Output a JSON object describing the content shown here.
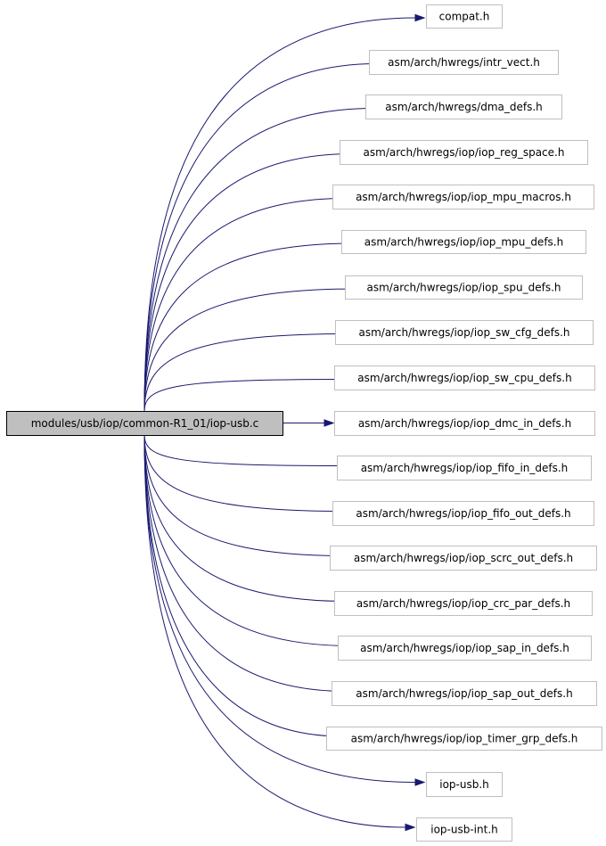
{
  "graph": {
    "source": {
      "label": "modules/usb/iop/common-R1_01/iop-usb.c"
    },
    "dependencies": [
      {
        "label": "compat.h"
      },
      {
        "label": "asm/arch/hwregs/intr_vect.h"
      },
      {
        "label": "asm/arch/hwregs/dma_defs.h"
      },
      {
        "label": "asm/arch/hwregs/iop/iop_reg_space.h"
      },
      {
        "label": "asm/arch/hwregs/iop/iop_mpu_macros.h"
      },
      {
        "label": "asm/arch/hwregs/iop/iop_mpu_defs.h"
      },
      {
        "label": "asm/arch/hwregs/iop/iop_spu_defs.h"
      },
      {
        "label": "asm/arch/hwregs/iop/iop_sw_cfg_defs.h"
      },
      {
        "label": "asm/arch/hwregs/iop/iop_sw_cpu_defs.h"
      },
      {
        "label": "asm/arch/hwregs/iop/iop_dmc_in_defs.h"
      },
      {
        "label": "asm/arch/hwregs/iop/iop_fifo_in_defs.h"
      },
      {
        "label": "asm/arch/hwregs/iop/iop_fifo_out_defs.h"
      },
      {
        "label": "asm/arch/hwregs/iop/iop_scrc_out_defs.h"
      },
      {
        "label": "asm/arch/hwregs/iop/iop_crc_par_defs.h"
      },
      {
        "label": "asm/arch/hwregs/iop/iop_sap_in_defs.h"
      },
      {
        "label": "asm/arch/hwregs/iop/iop_sap_out_defs.h"
      },
      {
        "label": "asm/arch/hwregs/iop/iop_timer_grp_defs.h"
      },
      {
        "label": "iop-usb.h"
      },
      {
        "label": "iop-usb-int.h"
      }
    ]
  },
  "colors": {
    "edge": "#191970",
    "source_fill": "#bfbfbf",
    "source_border": "#000000",
    "dependency_border": "#bfbfbf",
    "text": "#000000"
  }
}
